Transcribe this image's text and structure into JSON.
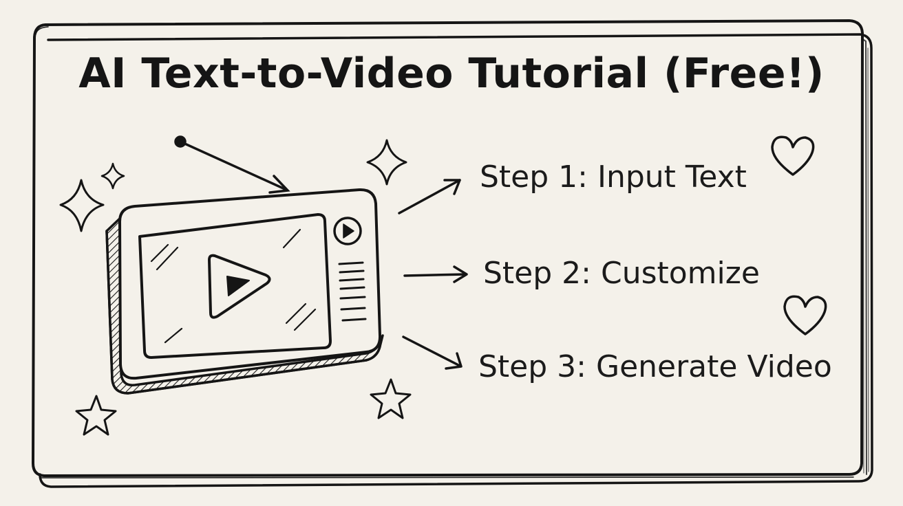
{
  "title": "AI Text-to-Video Tutorial (Free!)",
  "steps": [
    {
      "label": "Step 1: Input Text"
    },
    {
      "label": "Step 2: Customize"
    },
    {
      "label": "Step 3: Generate Video"
    }
  ],
  "colors": {
    "background": "#f4f1ea",
    "ink": "#151515"
  },
  "icons": [
    "tablet-video-player-icon",
    "play-icon",
    "sparkle-icon",
    "star-icon",
    "heart-icon",
    "arrow-icon"
  ]
}
